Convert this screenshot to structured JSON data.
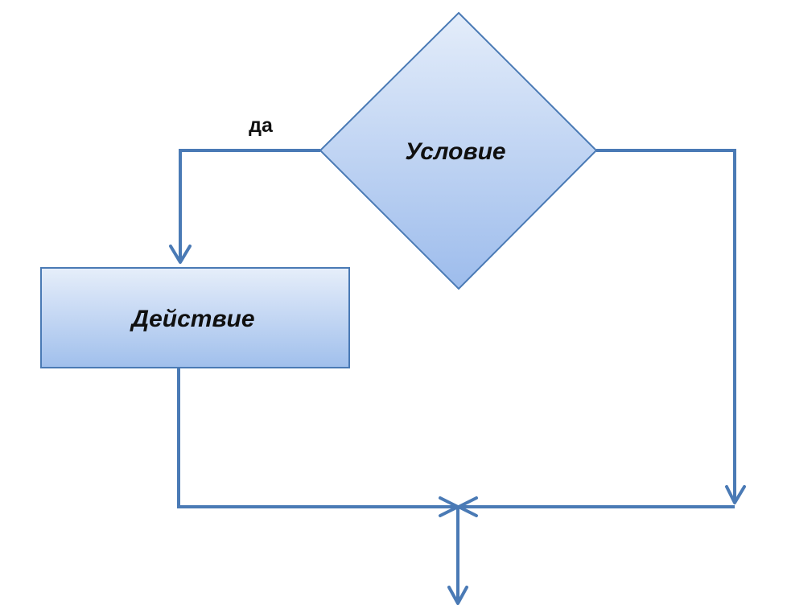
{
  "diagram": {
    "condition_label": "Условие",
    "action_label": "Действие",
    "yes_label": "да"
  },
  "colors": {
    "line": "#4a7ab5",
    "fill_light": "#dde8f8",
    "fill_dark": "#a3c0ec",
    "text": "#101010"
  }
}
